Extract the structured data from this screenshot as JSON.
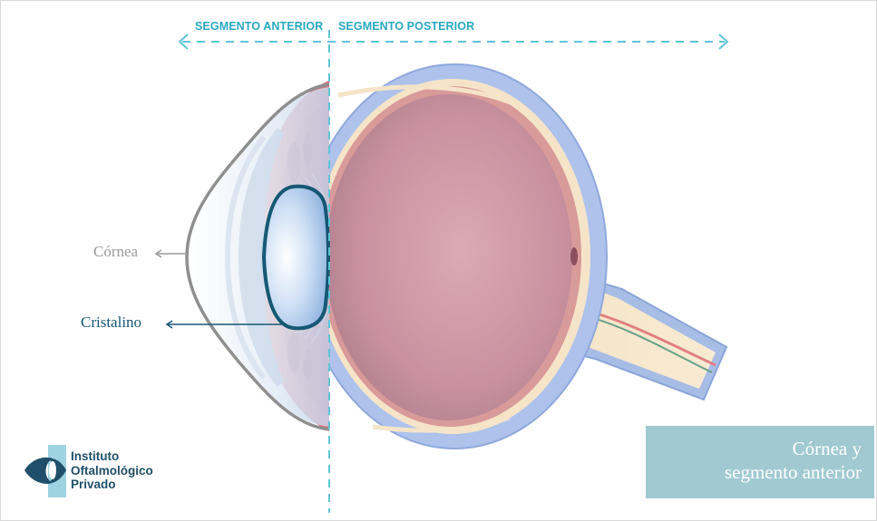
{
  "segments": {
    "anterior": "SEGMENTO ANTERIOR",
    "posterior": "SEGMENTO POSTERIOR"
  },
  "labels": {
    "cornea": "Córnea",
    "cristalino": "Cristalino"
  },
  "title": {
    "line1": "Córnea y",
    "line2": "segmento anterior"
  },
  "logo": {
    "line1": "Instituto",
    "line2": "Oftalmológico",
    "line3": "Privado"
  },
  "colors": {
    "accent": "#28a8c0",
    "lens_outline": "#155874",
    "cornea_label": "#9a9a9a",
    "title_box": "#a1c9d2",
    "logo_dark": "#1f4f6a"
  },
  "icons": [
    "eye-cross-section-icon",
    "logo-eye-icon",
    "arrow-left-icon",
    "arrow-right-icon"
  ]
}
